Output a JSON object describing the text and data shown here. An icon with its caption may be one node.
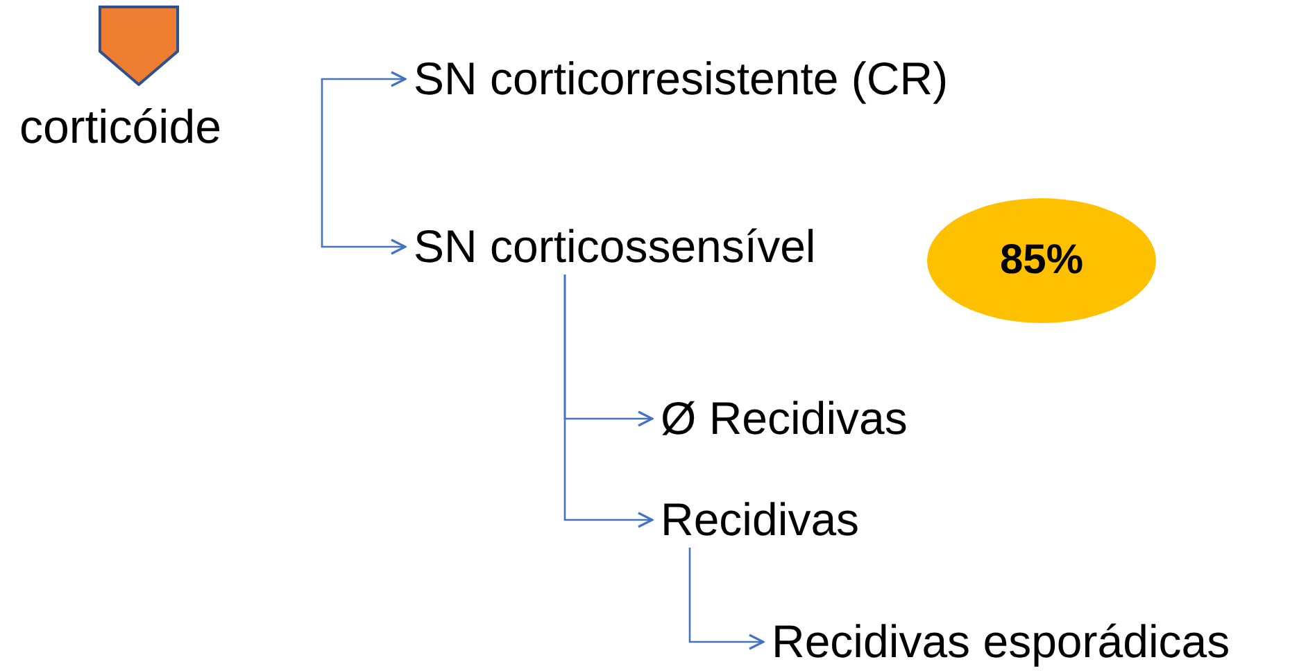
{
  "diagram": {
    "nodes": [
      {
        "text": [
          "corticóide"
        ]
      },
      {
        "text": [
          "SN corticorresistente (CR)"
        ]
      },
      {
        "text": [
          "SN corticossensível"
        ]
      },
      {
        "text": [
          "85%"
        ]
      },
      {
        "text": [
          "Ø Recidivas"
        ]
      },
      {
        "text": [
          "Recidivas"
        ]
      },
      {
        "text": [
          "Recidivas esporádicas"
        ]
      }
    ],
    "edges": [
      {
        "from": null,
        "to": 1,
        "arrow": "to"
      },
      {
        "from": null,
        "to": 2,
        "arrow": "to"
      },
      {
        "from": 2,
        "to": 4,
        "arrow": "to"
      },
      {
        "from": 2,
        "to": 5,
        "arrow": "to"
      },
      {
        "from": 5,
        "to": 6,
        "arrow": "to"
      }
    ]
  }
}
